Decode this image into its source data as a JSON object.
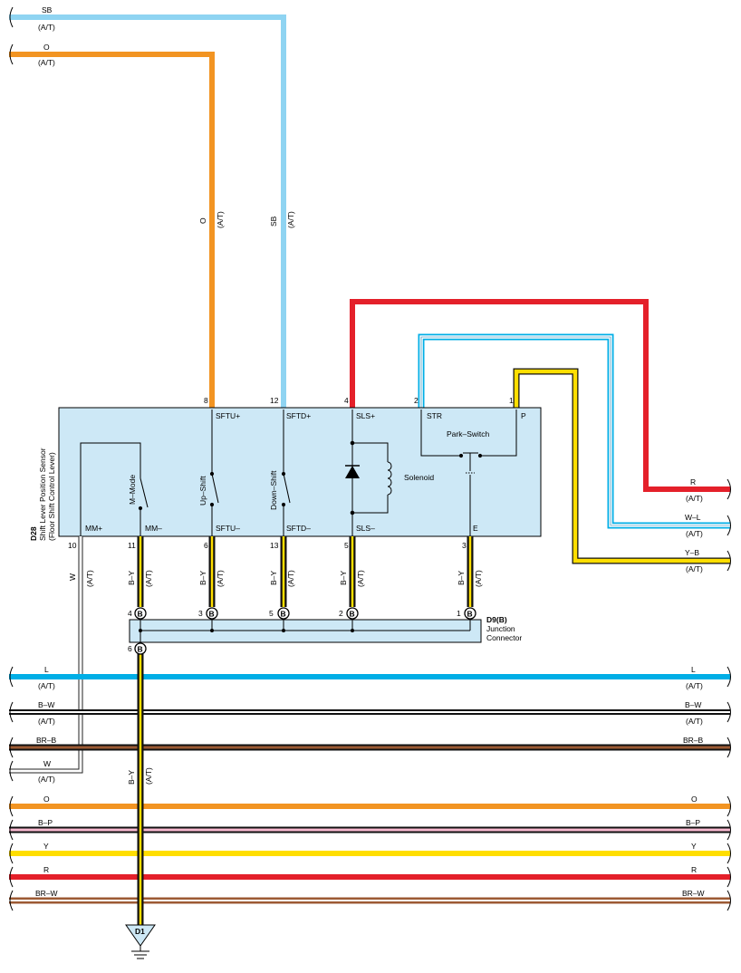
{
  "colors": {
    "SB": "#8fd4f2",
    "O": "#f29422",
    "R": "#e4202a",
    "Y": "#ffde00",
    "L": "#00aee6",
    "BR": "#9c5a34",
    "box": "#cde8f6",
    "black": "#111111",
    "pink": "#f7b9d0"
  },
  "top_wires": [
    {
      "color": "SB",
      "sub": "(A/T)"
    },
    {
      "color": "O",
      "sub": "(A/T)"
    }
  ],
  "vertical_labels": {
    "o": {
      "color": "O",
      "sub": "(A/T)"
    },
    "sb": {
      "color": "SB",
      "sub": "(A/T)"
    }
  },
  "component": {
    "code": "D28",
    "name": "Shift Lever Position Sensor",
    "subname": "(Floor Shift Control Lever)",
    "top_pins": [
      {
        "num": "8",
        "name": "SFTU+"
      },
      {
        "num": "12",
        "name": "SFTD+"
      },
      {
        "num": "4",
        "name": "SLS+"
      },
      {
        "num": "2",
        "name": "STR"
      },
      {
        "num": "1",
        "name": "P"
      }
    ],
    "bottom_pins": [
      {
        "num": "10",
        "name": "MM+"
      },
      {
        "num": "11",
        "name": "MM–"
      },
      {
        "num": "6",
        "name": "SFTU–"
      },
      {
        "num": "13",
        "name": "SFTD–"
      },
      {
        "num": "5",
        "name": "SLS–"
      },
      {
        "num": "3",
        "name": "E"
      }
    ],
    "switches": [
      "M–Mode",
      "Up–Shift",
      "Down–Shift"
    ],
    "solenoid_label": "Solenoid",
    "park_switch_label": "Park–Switch"
  },
  "right_wires": [
    {
      "color": "R",
      "sub": "(A/T)"
    },
    {
      "color": "W–L",
      "sub": "(A/T)"
    },
    {
      "color": "Y–B",
      "sub": "(A/T)"
    }
  ],
  "drop_wires": [
    {
      "color": "W",
      "sub": "(A/T)"
    },
    {
      "color": "B–Y",
      "sub": "(A/T)"
    },
    {
      "color": "B–Y",
      "sub": "(A/T)"
    },
    {
      "color": "B–Y",
      "sub": "(A/T)"
    },
    {
      "color": "B–Y",
      "sub": "(A/T)"
    },
    {
      "color": "B–Y",
      "sub": "(A/T)"
    }
  ],
  "junction": {
    "code": "D9(B)",
    "name1": "Junction",
    "name2": "Connector",
    "pin_letter": "B",
    "pins": [
      "4",
      "3",
      "5",
      "2",
      "1",
      "6"
    ]
  },
  "bus_lines": [
    {
      "left": "L",
      "right": "L",
      "left_sub": "(A/T)",
      "right_sub": "(A/T)"
    },
    {
      "left": "B–W",
      "right": "B–W",
      "left_sub": "(A/T)",
      "right_sub": "(A/T)"
    },
    {
      "left": "BR–B",
      "right": "BR–B"
    },
    {
      "left": "W",
      "left_sub": "(A/T)"
    },
    {
      "left": "O",
      "right": "O"
    },
    {
      "left": "B–P",
      "right": "B–P"
    },
    {
      "left": "Y",
      "right": "Y"
    },
    {
      "left": "R",
      "right": "R"
    },
    {
      "left": "BR–W",
      "right": "BR–W"
    }
  ],
  "ground_wire": {
    "color": "B–Y",
    "sub": "(A/T)"
  },
  "ground": {
    "code": "D1"
  }
}
